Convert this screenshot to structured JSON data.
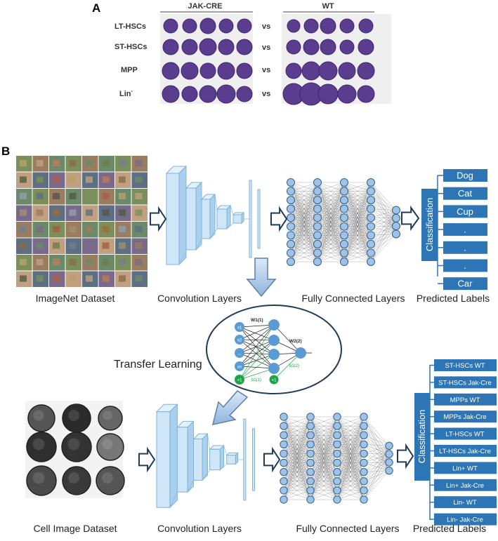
{
  "panel_a": {
    "label": "A",
    "col_left": "JAK-CRE",
    "col_right": "WT",
    "vs": "vs",
    "rows": [
      "LT-HSCs",
      "ST-HSCs",
      "MPP",
      "Lin"
    ],
    "lin_superscript": "-"
  },
  "panel_b": {
    "label": "B",
    "top": {
      "dataset_caption": "ImageNet Dataset",
      "conv_caption": "Convolution Layers",
      "fc_caption": "Fully Connected Layers",
      "pred_caption": "Predicted Labels",
      "classification": "Classification",
      "labels": [
        "Dog",
        "Cat",
        "Cup",
        ".",
        ".",
        ".",
        "Car"
      ]
    },
    "transfer_learning": "Transfer Learning",
    "inset": {
      "inputs": [
        "x1",
        "x2",
        "...",
        "xn",
        "+1"
      ],
      "w1": "W1(1)",
      "w2": "W2(2)",
      "b1": "b1(1)",
      "b2": "b1(2)"
    },
    "bottom": {
      "dataset_caption": "Cell Image Dataset",
      "conv_caption": "Convolution Layers",
      "fc_caption": "Fully Connected Layers",
      "pred_caption": "Predicted Labels",
      "classification": "Classification",
      "labels": [
        "ST-HSCs WT",
        "ST-HSCs Jak-Cre",
        "MPPs WT",
        "MPPs Jak-Cre",
        "LT-HSCs WT",
        "LT-HSCs Jak-Cre",
        "Lin+ WT",
        "Lin+ Jak-Cre",
        "Lin- WT",
        "Lin- Jak-Cre"
      ]
    }
  },
  "colors": {
    "colony": "#5a3d8e",
    "colony_dark": "#3f2670",
    "node": "#9ec3e6",
    "node_stroke": "#2f5f8f",
    "label_box": "#2e75b6",
    "conv_fill": "#cfe6f8",
    "conv_stroke": "#7fb2d8",
    "inset_node": "#5b9bd5",
    "bias_node": "#22a34a"
  }
}
